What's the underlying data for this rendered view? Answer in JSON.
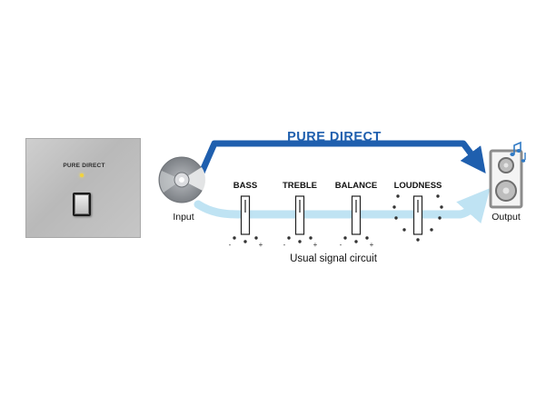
{
  "panel": {
    "label": "PURE DIRECT"
  },
  "diagram": {
    "title": "PURE DIRECT",
    "input_label": "Input",
    "output_label": "Output",
    "usual_label": "Usual signal circuit",
    "controls": [
      {
        "label": "BASS"
      },
      {
        "label": "TREBLE"
      },
      {
        "label": "BALANCE"
      },
      {
        "label": "LOUDNESS"
      }
    ],
    "tick_marks": [
      "-",
      "+"
    ]
  },
  "colors": {
    "pure_path": "#1f5fae",
    "usual_path": "#bfe3f3",
    "title_text": "#1f5fae",
    "cd_gray": "#8a8d91",
    "speaker_gray": "#8c8c8c",
    "speaker_cone": "#bdbdbd",
    "note_blue": "#2f79c4",
    "led": "#f2d33a"
  },
  "icons": [
    "cd-disc-icon",
    "speaker-icon",
    "music-note-icon"
  ]
}
